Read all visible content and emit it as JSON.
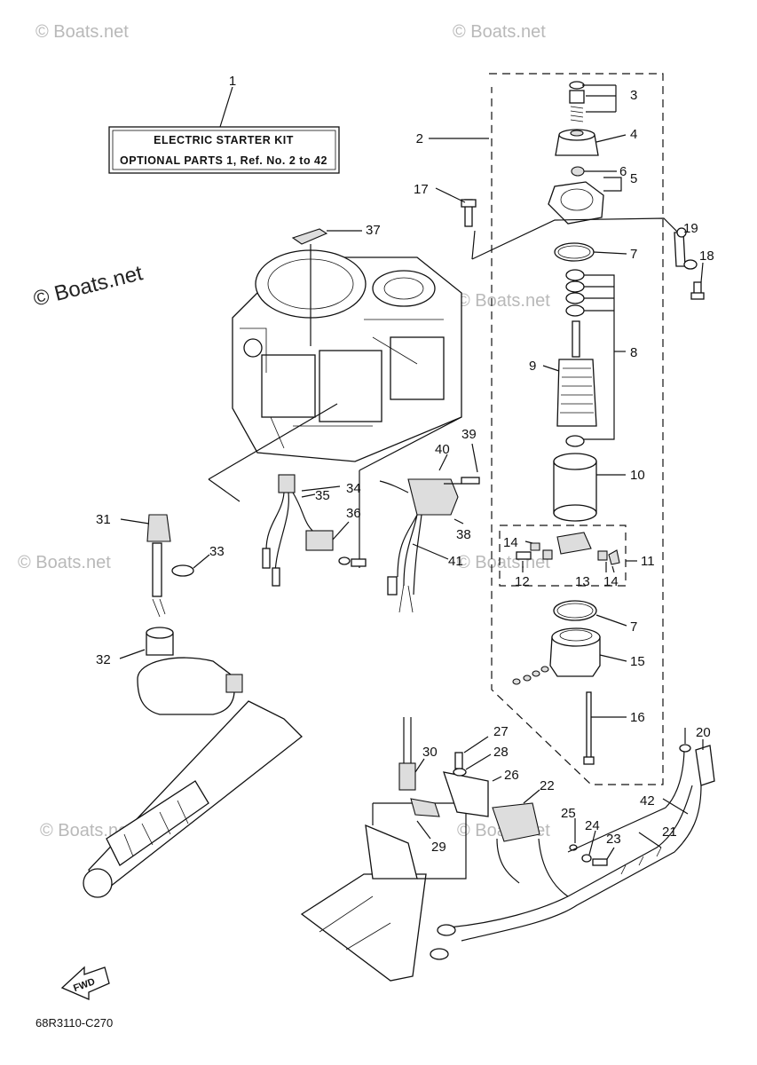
{
  "watermarks": [
    "© Boats.net",
    "© Boats.net",
    "© Boats.net",
    "© Boats.net",
    "© Boats.net",
    "© Boats.net",
    "© Boats.net",
    "© Boats.net"
  ],
  "kit_box": {
    "title": "ELECTRIC  STARTER KIT",
    "subtitle": "OPTIONAL PARTS 1,  Ref.  No.  2 to 42"
  },
  "part_numbers": [
    "1",
    "2",
    "3",
    "4",
    "5",
    "6",
    "7",
    "8",
    "9",
    "10",
    "11",
    "12",
    "13",
    "14",
    "14",
    "15",
    "16",
    "17",
    "18",
    "19",
    "20",
    "21",
    "22",
    "23",
    "24",
    "25",
    "26",
    "27",
    "28",
    "29",
    "30",
    "31",
    "32",
    "33",
    "34",
    "35",
    "36",
    "37",
    "38",
    "39",
    "40",
    "41",
    "42",
    "7"
  ],
  "fwd_label": "FWD",
  "diagram_code": "68R3110-C270"
}
